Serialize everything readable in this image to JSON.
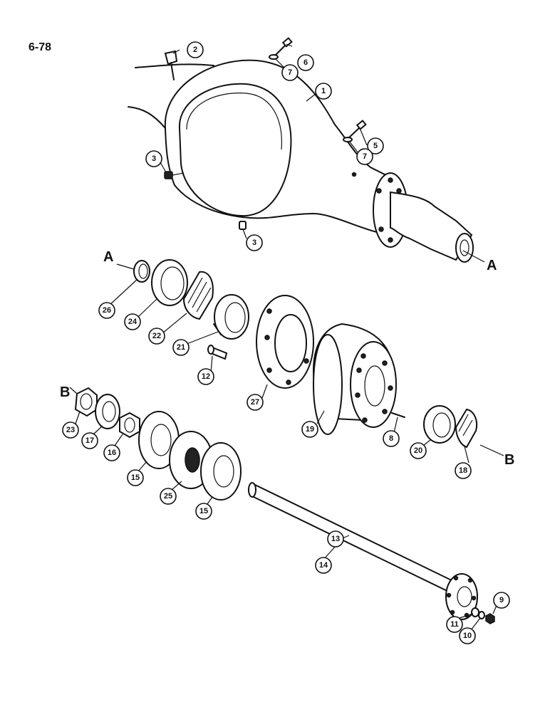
{
  "page_number": "6-78",
  "reference_letters": {
    "a_left": "A",
    "a_right": "A",
    "b_left": "B",
    "b_right": "B"
  },
  "callouts": {
    "c1": "1",
    "c2": "2",
    "c3a": "3",
    "c3b": "3",
    "c5": "5",
    "c6": "6",
    "c7a": "7",
    "c7b": "7",
    "c8": "8",
    "c9": "9",
    "c10": "10",
    "c11": "11",
    "c12": "12",
    "c13": "13",
    "c14": "14",
    "c15a": "15",
    "c15b": "15",
    "c16": "16",
    "c17": "17",
    "c18": "18",
    "c19": "19",
    "c20": "20",
    "c21": "21",
    "c22": "22",
    "c23": "23",
    "c24": "24",
    "c25": "25",
    "c26": "26",
    "c27": "27"
  }
}
